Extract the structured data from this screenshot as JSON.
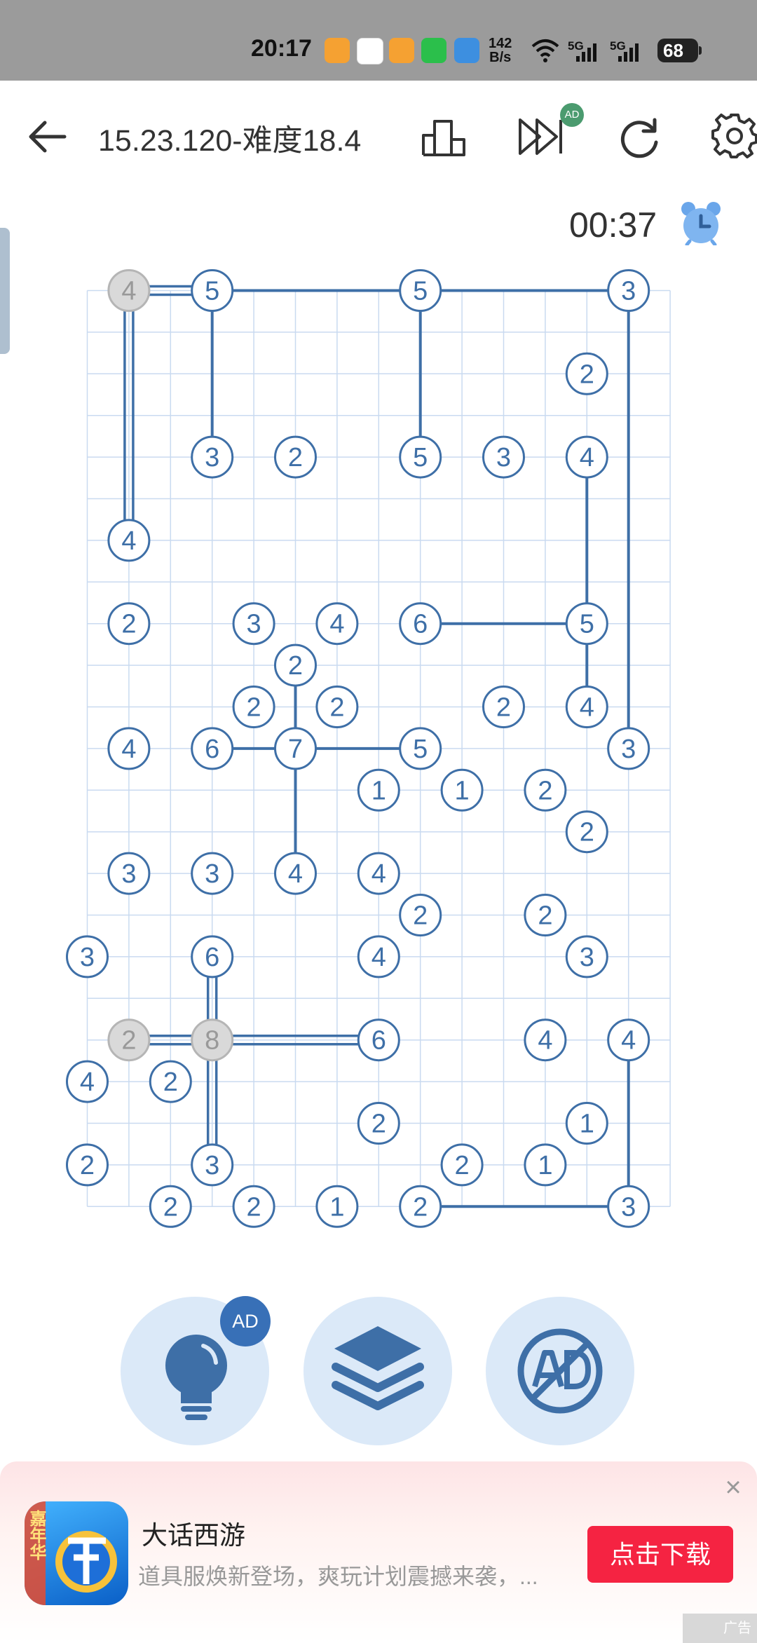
{
  "status": {
    "time": "20:17",
    "net_speed_value": "142",
    "net_speed_unit": "B/s",
    "signal1": "5G",
    "signal2": "5G",
    "battery": "68"
  },
  "header": {
    "title": "15.23.120-难度18.4",
    "skip_badge": "AD"
  },
  "timer": "00:37",
  "puzzle": {
    "islands": [
      {
        "c": 1,
        "r": 0,
        "n": "4",
        "done": true
      },
      {
        "c": 3,
        "r": 0,
        "n": "5"
      },
      {
        "c": 8,
        "r": 0,
        "n": "5"
      },
      {
        "c": 13,
        "r": 0,
        "n": "3"
      },
      {
        "c": 12,
        "r": 2,
        "n": "2"
      },
      {
        "c": 3,
        "r": 4,
        "n": "3"
      },
      {
        "c": 5,
        "r": 4,
        "n": "2"
      },
      {
        "c": 8,
        "r": 4,
        "n": "5"
      },
      {
        "c": 10,
        "r": 4,
        "n": "3"
      },
      {
        "c": 12,
        "r": 4,
        "n": "4"
      },
      {
        "c": 1,
        "r": 6,
        "n": "4"
      },
      {
        "c": 1,
        "r": 8,
        "n": "2"
      },
      {
        "c": 4,
        "r": 8,
        "n": "3"
      },
      {
        "c": 6,
        "r": 8,
        "n": "4"
      },
      {
        "c": 8,
        "r": 8,
        "n": "6"
      },
      {
        "c": 12,
        "r": 8,
        "n": "5"
      },
      {
        "c": 5,
        "r": 9,
        "n": "2"
      },
      {
        "c": 4,
        "r": 10,
        "n": "2"
      },
      {
        "c": 6,
        "r": 10,
        "n": "2"
      },
      {
        "c": 10,
        "r": 10,
        "n": "2"
      },
      {
        "c": 12,
        "r": 10,
        "n": "4"
      },
      {
        "c": 1,
        "r": 11,
        "n": "4"
      },
      {
        "c": 3,
        "r": 11,
        "n": "6"
      },
      {
        "c": 5,
        "r": 11,
        "n": "7"
      },
      {
        "c": 8,
        "r": 11,
        "n": "5"
      },
      {
        "c": 13,
        "r": 11,
        "n": "3"
      },
      {
        "c": 7,
        "r": 12,
        "n": "1"
      },
      {
        "c": 9,
        "r": 12,
        "n": "1"
      },
      {
        "c": 11,
        "r": 12,
        "n": "2"
      },
      {
        "c": 12,
        "r": 13,
        "n": "2"
      },
      {
        "c": 1,
        "r": 14,
        "n": "3"
      },
      {
        "c": 3,
        "r": 14,
        "n": "3"
      },
      {
        "c": 5,
        "r": 14,
        "n": "4"
      },
      {
        "c": 7,
        "r": 14,
        "n": "4"
      },
      {
        "c": 8,
        "r": 15,
        "n": "2"
      },
      {
        "c": 11,
        "r": 15,
        "n": "2"
      },
      {
        "c": 0,
        "r": 16,
        "n": "3"
      },
      {
        "c": 3,
        "r": 16,
        "n": "6"
      },
      {
        "c": 7,
        "r": 16,
        "n": "4"
      },
      {
        "c": 12,
        "r": 16,
        "n": "3"
      },
      {
        "c": 1,
        "r": 18,
        "n": "2",
        "done": true
      },
      {
        "c": 3,
        "r": 18,
        "n": "8",
        "done": true
      },
      {
        "c": 7,
        "r": 18,
        "n": "6"
      },
      {
        "c": 11,
        "r": 18,
        "n": "4"
      },
      {
        "c": 13,
        "r": 18,
        "n": "4"
      },
      {
        "c": 0,
        "r": 19,
        "n": "4"
      },
      {
        "c": 2,
        "r": 19,
        "n": "2"
      },
      {
        "c": 7,
        "r": 20,
        "n": "2"
      },
      {
        "c": 12,
        "r": 20,
        "n": "1"
      },
      {
        "c": 0,
        "r": 21,
        "n": "2"
      },
      {
        "c": 3,
        "r": 21,
        "n": "3"
      },
      {
        "c": 9,
        "r": 21,
        "n": "2"
      },
      {
        "c": 11,
        "r": 21,
        "n": "1"
      },
      {
        "c": 2,
        "r": 22,
        "n": "2"
      },
      {
        "c": 4,
        "r": 22,
        "n": "2"
      },
      {
        "c": 6,
        "r": 22,
        "n": "1"
      },
      {
        "c": 8,
        "r": 22,
        "n": "2"
      },
      {
        "c": 13,
        "r": 22,
        "n": "3"
      }
    ],
    "bridges": [
      {
        "a": [
          1,
          0
        ],
        "b": [
          3,
          0
        ],
        "k": 2
      },
      {
        "a": [
          3,
          0
        ],
        "b": [
          8,
          0
        ],
        "k": 1
      },
      {
        "a": [
          8,
          0
        ],
        "b": [
          13,
          0
        ],
        "k": 1
      },
      {
        "a": [
          1,
          0
        ],
        "b": [
          1,
          6
        ],
        "k": 2
      },
      {
        "a": [
          3,
          0
        ],
        "b": [
          3,
          4
        ],
        "k": 1
      },
      {
        "a": [
          8,
          0
        ],
        "b": [
          8,
          4
        ],
        "k": 1
      },
      {
        "a": [
          13,
          0
        ],
        "b": [
          13,
          11
        ],
        "k": 1
      },
      {
        "a": [
          12,
          4
        ],
        "b": [
          12,
          8
        ],
        "k": 1
      },
      {
        "a": [
          8,
          8
        ],
        "b": [
          12,
          8
        ],
        "k": 1
      },
      {
        "a": [
          12,
          8
        ],
        "b": [
          12,
          10
        ],
        "k": 1
      },
      {
        "a": [
          5,
          9
        ],
        "b": [
          5,
          11
        ],
        "k": 1
      },
      {
        "a": [
          3,
          11
        ],
        "b": [
          5,
          11
        ],
        "k": 1
      },
      {
        "a": [
          5,
          11
        ],
        "b": [
          8,
          11
        ],
        "k": 1
      },
      {
        "a": [
          5,
          11
        ],
        "b": [
          5,
          14
        ],
        "k": 1
      },
      {
        "a": [
          3,
          16
        ],
        "b": [
          3,
          18
        ],
        "k": 2
      },
      {
        "a": [
          1,
          18
        ],
        "b": [
          3,
          18
        ],
        "k": 2
      },
      {
        "a": [
          3,
          18
        ],
        "b": [
          7,
          18
        ],
        "k": 2
      },
      {
        "a": [
          3,
          18
        ],
        "b": [
          3,
          21
        ],
        "k": 2
      },
      {
        "a": [
          13,
          18
        ],
        "b": [
          13,
          22
        ],
        "k": 1
      },
      {
        "a": [
          8,
          22
        ],
        "b": [
          13,
          22
        ],
        "k": 1
      }
    ]
  },
  "tools": {
    "hint_badge": "AD"
  },
  "banner": {
    "app_name": "大话西游",
    "app_desc": "道具服焕新登场，爽玩计划震撼来袭，...",
    "download": "点击下载",
    "close": "×",
    "ad_tag": "广告",
    "logo_text": "嘉年华"
  },
  "colors": {
    "accent": "#3e6fa7",
    "grid": "#c9daf0",
    "done_fill": "#d9d9d9",
    "download": "#f52342"
  }
}
